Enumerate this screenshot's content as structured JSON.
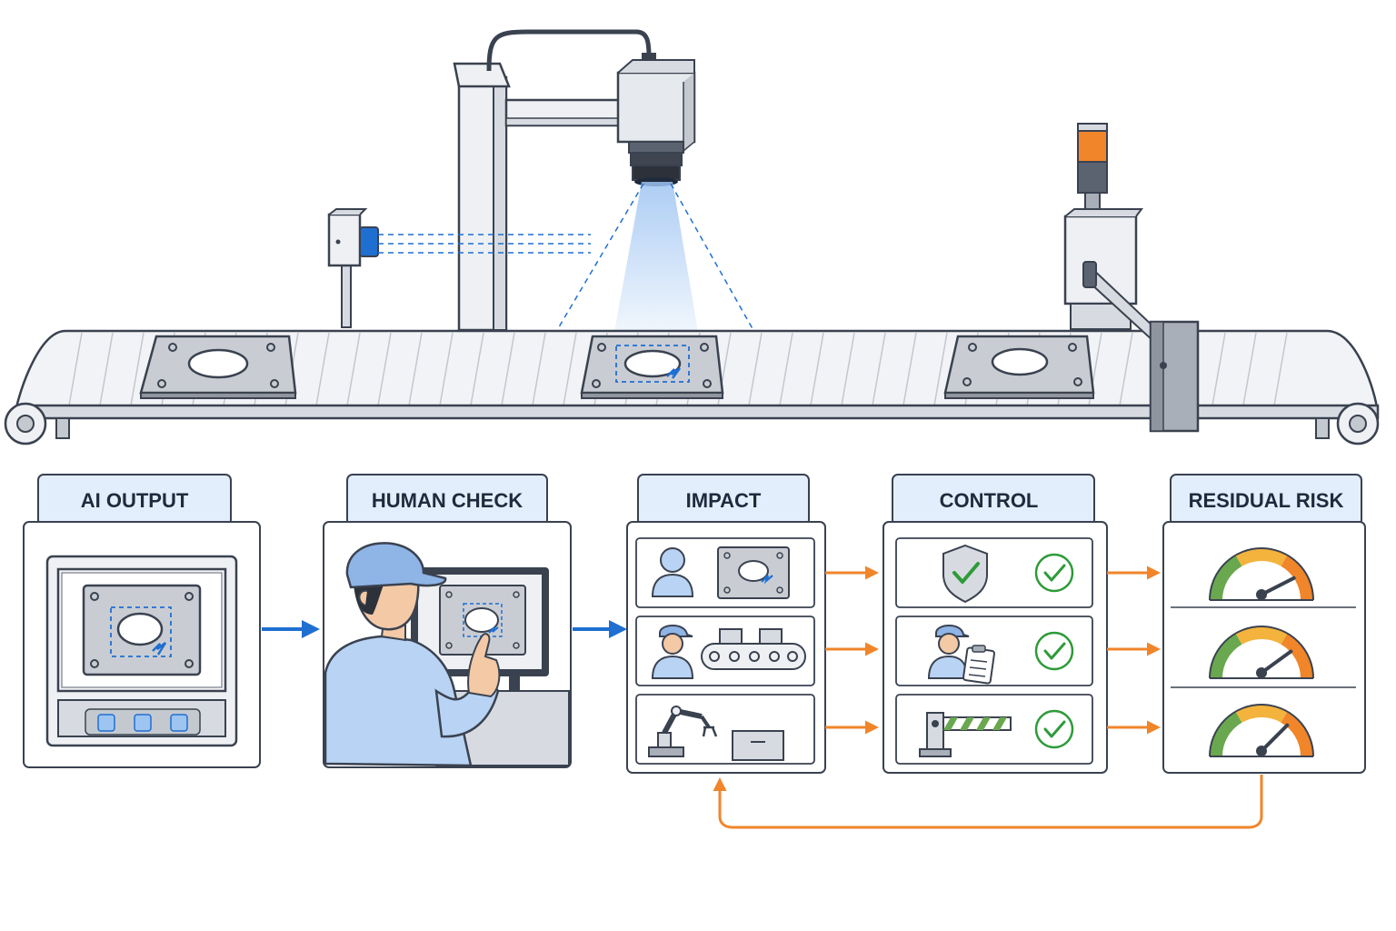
{
  "colors": {
    "stroke": "#3a4250",
    "metal_light": "#eef0f3",
    "metal_mid": "#d7dbe1",
    "metal_dark": "#a9afb8",
    "plate": "#c9cdd3",
    "label_bg": "#e3eefc",
    "accent_blue": "#1f6fd1",
    "beam_blue": "#9ec4f2",
    "accent_orange": "#f0852a",
    "check_green": "#2e9b3a",
    "gauge_green": "#6aa84f",
    "gauge_yellow": "#f3b33d",
    "gauge_orange": "#f0852a",
    "skin": "#f3c9a6",
    "shirt": "#b8d3f3",
    "cap": "#8fb4e6"
  },
  "stages": [
    {
      "id": "ai-output",
      "label": "AI OUTPUT"
    },
    {
      "id": "human-check",
      "label": "HUMAN CHECK"
    },
    {
      "id": "impact",
      "label": "IMPACT"
    },
    {
      "id": "control",
      "label": "CONTROL"
    },
    {
      "id": "residual-risk",
      "label": "RESIDUAL RISK"
    }
  ],
  "impact_rows": [
    {
      "icon": "person-icon",
      "target": "defective-part-icon"
    },
    {
      "icon": "worker-icon",
      "target": "conveyor-line-icon"
    },
    {
      "icon": "robot-arm-icon",
      "target": "package-box-icon"
    }
  ],
  "control_rows": [
    {
      "icon": "shield-check-icon",
      "status": "check-icon"
    },
    {
      "icon": "inspector-clipboard-icon",
      "status": "check-icon"
    },
    {
      "icon": "barrier-gate-icon",
      "status": "check-icon"
    }
  ],
  "risk_gauges": [
    {
      "icon": "gauge-icon",
      "level": 0.85
    },
    {
      "icon": "gauge-icon",
      "level": 0.8
    },
    {
      "icon": "gauge-icon",
      "level": 0.75
    }
  ]
}
